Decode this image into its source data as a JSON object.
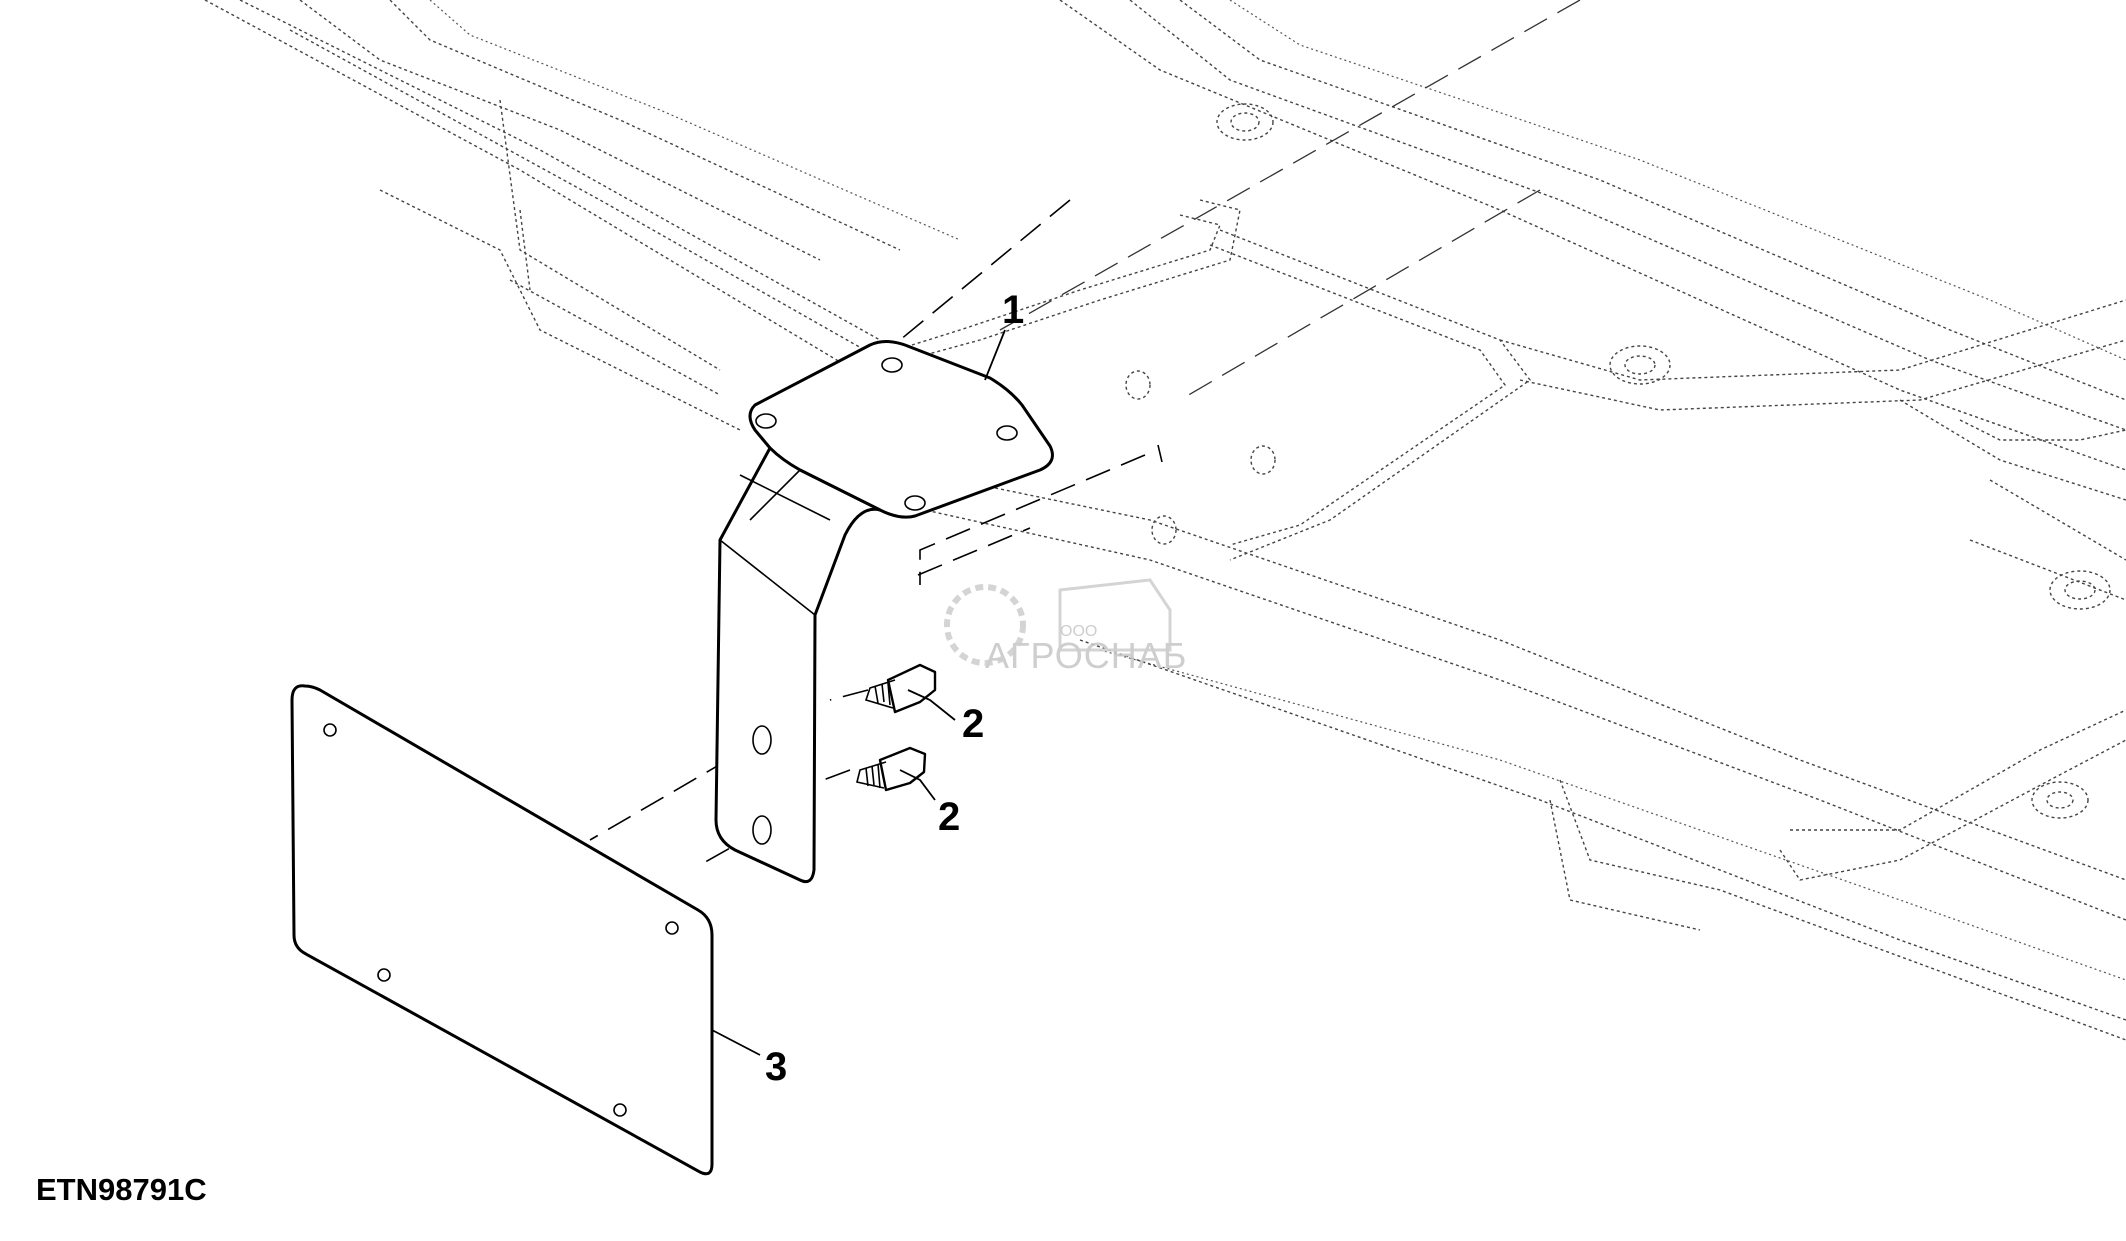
{
  "figure_id": "ETN98791C",
  "callouts": {
    "bracket": "1",
    "screw_upper": "2",
    "screw_lower": "2",
    "plate": "3"
  },
  "watermark": {
    "brand": "АГРОСНАБ",
    "prefix": "ООО"
  },
  "colors": {
    "line": "#000000",
    "watermark": "#c9c9c9",
    "background": "#ffffff"
  }
}
